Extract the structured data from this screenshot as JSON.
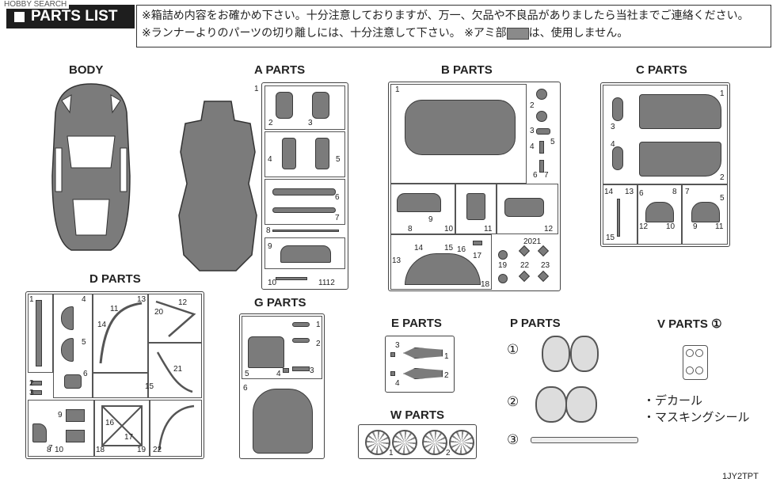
{
  "header": {
    "watermark": "HOBBY SEARCH",
    "title": "PARTS LIST",
    "notice_line1": "※箱詰め内容をお確かめ下さい。十分注意しておりますが、万一、欠品や不良品がありましたら当社までご連絡ください。",
    "notice_line2a": "※ランナーよりのパーツの切り離しには、十分注意して下さい。 ※アミ部",
    "notice_line2b": "は、使用しません。"
  },
  "sections": {
    "body": "BODY",
    "a": "A PARTS",
    "b": "B PARTS",
    "c": "C PARTS",
    "d": "D PARTS",
    "g": "G PARTS",
    "e": "E PARTS",
    "p": "P PARTS",
    "v": "V PARTS ①",
    "w": "W PARTS"
  },
  "p_marks": [
    "①",
    "②",
    "③"
  ],
  "extras": [
    "・デカール",
    "・マスキングシール"
  ],
  "footer_code": "1JY2TPT",
  "numbers": {
    "a": [
      "1",
      "2",
      "3",
      "4",
      "5",
      "6",
      "7",
      "8",
      "9",
      "10",
      "1112"
    ],
    "b": [
      "1",
      "2",
      "3",
      "4",
      "5",
      "6",
      "7",
      "8",
      "9",
      "10",
      "11",
      "12",
      "13",
      "14",
      "15",
      "16",
      "17",
      "18",
      "19",
      "2021",
      "22",
      "23"
    ],
    "c": [
      "1",
      "2",
      "3",
      "4",
      "5",
      "6",
      "7",
      "8",
      "9",
      "10",
      "11",
      "12",
      "13",
      "14",
      "15"
    ],
    "d": [
      "1",
      "2",
      "3",
      "4",
      "5",
      "6",
      "7",
      "8",
      "9",
      "10",
      "11",
      "12",
      "13",
      "14",
      "15",
      "16",
      "17",
      "18",
      "19",
      "20",
      "21",
      "22"
    ],
    "g": [
      "1",
      "2",
      "3",
      "4",
      "5",
      "6"
    ],
    "e": [
      "1",
      "2",
      "3",
      "4"
    ],
    "w": [
      "1",
      "2"
    ]
  },
  "colors": {
    "part_fill": "#7b7b7b",
    "frame": "#444444",
    "header_bg": "#1e1e1e"
  }
}
